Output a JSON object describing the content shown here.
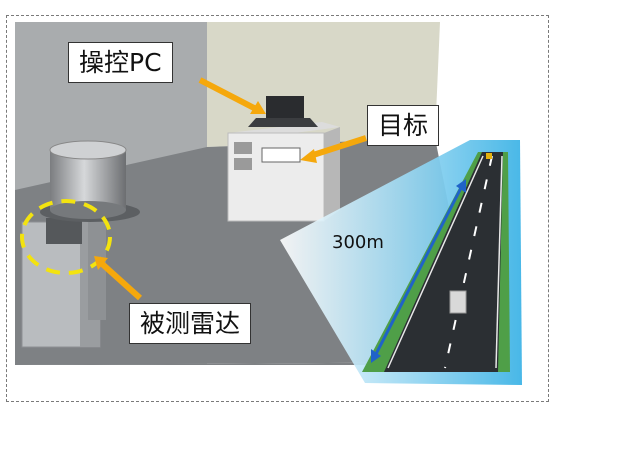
{
  "labels": {
    "pc": "操控PC",
    "target": "目标",
    "radar": "被测雷达",
    "distance": "300m"
  },
  "colors": {
    "arrow": "#f5a80c",
    "highlight_circle": "#f3e30f",
    "distance_arrow": "#1f63c8",
    "beam": "#3fb4e6"
  }
}
